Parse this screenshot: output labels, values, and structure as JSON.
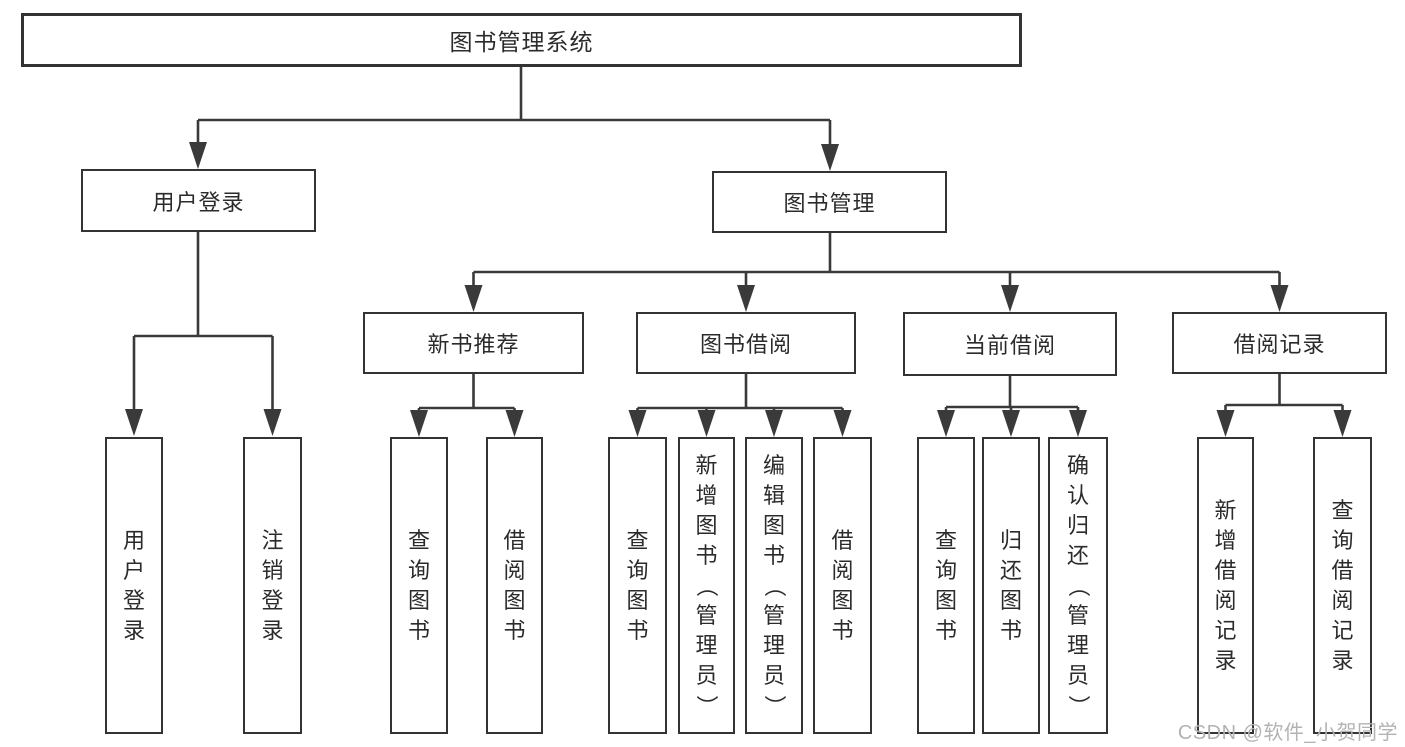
{
  "diagram": {
    "title": "图书管理系统",
    "type": "hierarchy-tree",
    "watermark": "CSDN @软件_小贺同学",
    "colors": {
      "line": "#3a3a3a",
      "box_border": "#333333",
      "text": "#2b2b2b",
      "watermark": "#b3b3b3",
      "background": "#ffffff"
    }
  },
  "nodes": {
    "root": {
      "label": "图书管理系统"
    },
    "level2": [
      {
        "label": "用户登录",
        "parent": "图书管理系统"
      },
      {
        "label": "图书管理",
        "parent": "图书管理系统"
      }
    ],
    "level3": [
      {
        "label": "新书推荐",
        "parent": "图书管理"
      },
      {
        "label": "图书借阅",
        "parent": "图书管理"
      },
      {
        "label": "当前借阅",
        "parent": "图书管理"
      },
      {
        "label": "借阅记录",
        "parent": "图书管理"
      }
    ],
    "leaves": [
      {
        "label": "用户登录",
        "parent": "用户登录"
      },
      {
        "label": "注销登录",
        "parent": "用户登录"
      },
      {
        "label": "查询图书",
        "parent": "新书推荐"
      },
      {
        "label": "借阅图书",
        "parent": "新书推荐"
      },
      {
        "label": "查询图书",
        "parent": "图书借阅"
      },
      {
        "label": "新增图书（管理员）",
        "parent": "图书借阅"
      },
      {
        "label": "编辑图书（管理员）",
        "parent": "图书借阅"
      },
      {
        "label": "借阅图书",
        "parent": "图书借阅"
      },
      {
        "label": "查询图书",
        "parent": "当前借阅"
      },
      {
        "label": "归还图书",
        "parent": "当前借阅"
      },
      {
        "label": "确认归还（管理员）",
        "parent": "当前借阅"
      },
      {
        "label": "新增借阅记录",
        "parent": "借阅记录"
      },
      {
        "label": "查询借阅记录",
        "parent": "借阅记录"
      }
    ]
  }
}
